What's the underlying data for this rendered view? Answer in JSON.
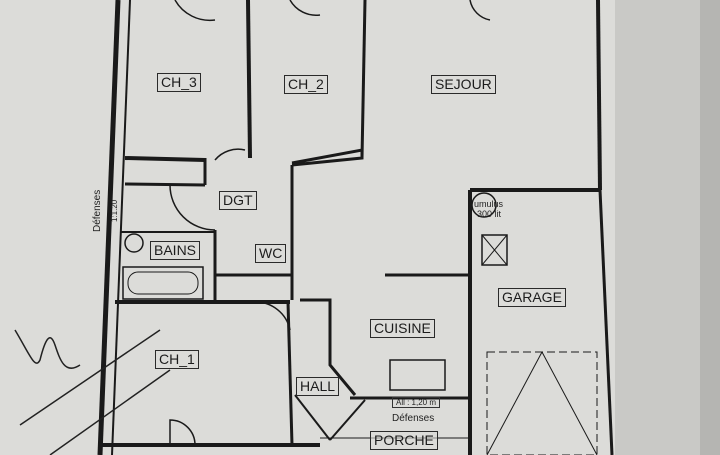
{
  "rooms": {
    "ch3": "CH_3",
    "ch2": "CH_2",
    "sejour": "SEJOUR",
    "dgt": "DGT",
    "bains": "BAINS",
    "wc": "WC",
    "garage": "GARAGE",
    "cuisine": "CUISINE",
    "ch1": "CH_1",
    "hall": "HALL",
    "porche": "PORCHE"
  },
  "annotations": {
    "cumulus_line1": "umulus",
    "cumulus_line2": "300 lit",
    "window_height": "All : 1,20 m",
    "defenses_bottom": "Défenses",
    "defenses_left": "Défenses",
    "left_height": "1:1.20"
  },
  "colors": {
    "paper": "#dcdcd9",
    "ink": "#1a1a1a",
    "right_edge": "#b5b5b2"
  }
}
